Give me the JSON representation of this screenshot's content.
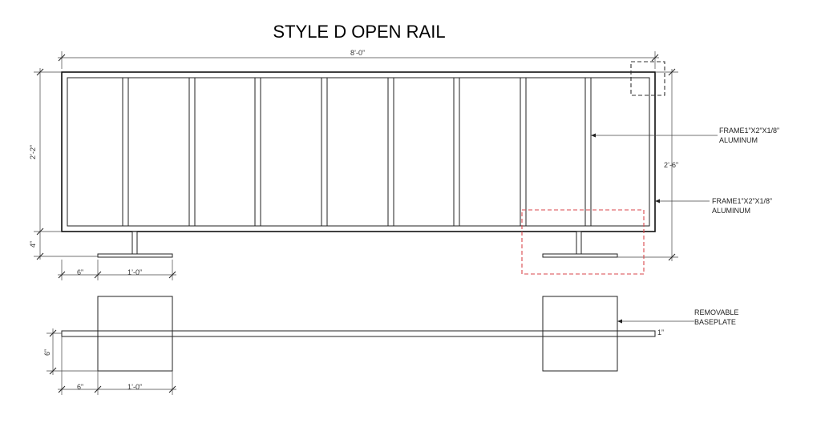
{
  "title": "STYLE D OPEN RAIL",
  "dimensions": {
    "overall_length": "8’-0”",
    "frame_height": "2’-2”",
    "base_gap": "4”",
    "total_height": "2’-6”",
    "post_offset": "6”",
    "plate_length": "1’-0”",
    "plan_width": "6”",
    "plan_post_offset": "6”",
    "plan_plate_length": "1’-0”",
    "bar_thickness": "1”"
  },
  "callouts": {
    "frame_top": [
      "FRAME1”X2”X1/8”",
      "ALUMINUM"
    ],
    "frame_side": [
      "FRAME1”X2”X1/8”",
      "ALUMINUM"
    ],
    "baseplate": [
      "REMOVABLE",
      "BASEPLATE"
    ]
  },
  "colors": {
    "line": "#222222",
    "detail_box_black": "#333333",
    "detail_box_red": "#d9464b"
  }
}
